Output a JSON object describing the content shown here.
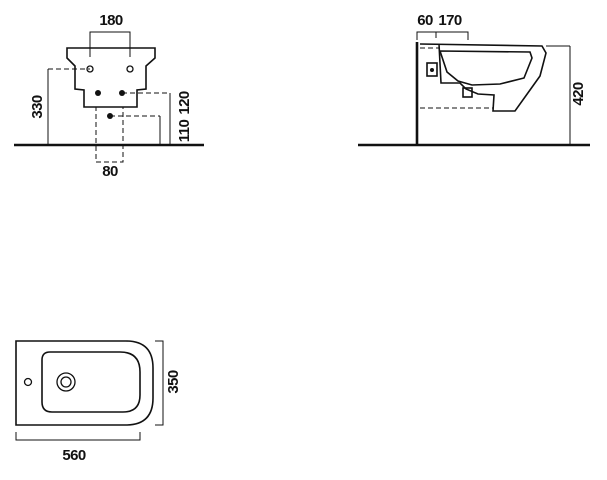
{
  "front_view": {
    "dims": {
      "top_spacing": "180",
      "height_total": "330",
      "height_upper": "120",
      "height_lower": "110",
      "bottom_spacing": "80"
    }
  },
  "side_view": {
    "dims": {
      "offset_a": "60",
      "offset_b": "170",
      "height": "420"
    }
  },
  "top_view": {
    "dims": {
      "length": "560",
      "width": "350"
    }
  }
}
